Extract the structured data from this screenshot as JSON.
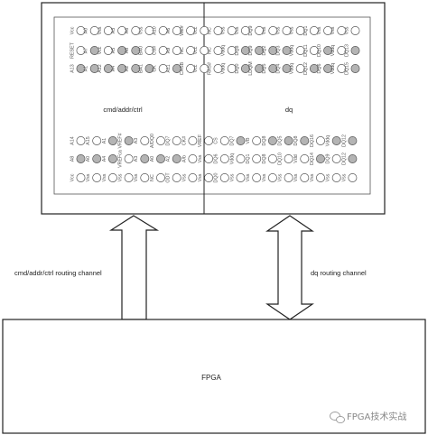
{
  "diagram": {
    "cmd_region_label": "cmd/addr/ctrl",
    "dq_region_label": "dq",
    "cmd_channel_label": "cmd/addr/ctrl routing channel",
    "dq_channel_label": "dq routing channel",
    "fpga_label": "FPGA",
    "watermark": "FPGA技术实战",
    "colors": {
      "ball_gray": "#b4b4b4",
      "ball_white": "#ffffff",
      "line": "#222222",
      "inner_border": "#555555"
    },
    "upper_rows": {
      "labels": [
        [
          "Vcc",
          "A0",
          "Vss",
          "A3",
          "A6",
          "Vss",
          "A10",
          "A6",
          "WE#",
          "Vcc",
          "NC",
          "Vss",
          "Vss",
          "DQ9",
          "Vss",
          "Vss",
          "Vss",
          "DQ1",
          "Vss",
          "Vss",
          "Vss"
        ],
        [
          "RESET",
          "A7",
          "Vcc",
          "A5",
          "A8",
          "BA0",
          "CS#",
          "A9",
          "NC",
          "Vcc",
          "NC",
          "Vddq",
          "DQ8",
          "DQ9",
          "DQ2",
          "DQ3",
          "Vddq",
          "DQ11",
          "DQ10",
          "Vddq",
          "DQ13"
        ],
        [
          "A13",
          "A1",
          "A12",
          "A4",
          "A2",
          "BA1",
          "CK",
          "A11",
          "CASB",
          "Vcc",
          "RAS#",
          "Vddq",
          "DQ0",
          "LDQM",
          "DQ5",
          "DQ4",
          "Vddq",
          "DQ12",
          "DQ6",
          "Vddq",
          "DQ15"
        ]
      ],
      "gray": [
        [
          0,
          0,
          0,
          0,
          0,
          0,
          0,
          0,
          0,
          0,
          0,
          0,
          0,
          0,
          0,
          0,
          0,
          0,
          0,
          0,
          0
        ],
        [
          0,
          1,
          0,
          1,
          1,
          0,
          0,
          0,
          0,
          0,
          0,
          0,
          1,
          1,
          1,
          1,
          0,
          0,
          1,
          0,
          1
        ],
        [
          1,
          1,
          1,
          1,
          1,
          1,
          0,
          1,
          0,
          0,
          0,
          0,
          1,
          1,
          1,
          1,
          0,
          1,
          1,
          0,
          1
        ]
      ]
    },
    "lower_rows": {
      "labels": [
        [
          "A14",
          "A15",
          "A1",
          "VREF#",
          "A3",
          "A/DQ0",
          "DQ7",
          "CK#",
          "VREF",
          "CS",
          "DQ7",
          "VB",
          "DQ8",
          "DQ5",
          "DQ8",
          "DQ16",
          "Vddq",
          "DQ12"
        ],
        [
          "A8",
          "A0",
          "A4",
          "VREFca",
          "A3",
          "A0",
          "A2",
          "A/b",
          "Vss",
          "DQ6",
          "Vddq",
          "DQ1",
          "DQ8",
          "DQ10",
          "Vdd",
          "DQ14",
          "DQ9",
          "DQ12"
        ],
        [
          "Vcc",
          "Vss",
          "Vss",
          "Vss",
          "Vss",
          "NC",
          "ODT",
          "Vss",
          "Vss",
          "DQ0",
          "Vss",
          "Vss",
          "Vss",
          "Vss",
          "Vss",
          "Vss",
          "Vss",
          "Vss"
        ]
      ],
      "gray": [
        [
          0,
          0,
          1,
          1,
          0,
          0,
          0,
          0,
          0,
          0,
          1,
          0,
          1,
          1,
          1,
          0,
          1,
          1
        ],
        [
          1,
          1,
          1,
          0,
          1,
          1,
          1,
          0,
          0,
          0,
          0,
          0,
          0,
          0,
          0,
          1,
          0,
          1
        ],
        [
          0,
          0,
          0,
          0,
          0,
          0,
          0,
          0,
          0,
          0,
          0,
          0,
          0,
          0,
          0,
          0,
          0,
          0
        ]
      ]
    }
  }
}
